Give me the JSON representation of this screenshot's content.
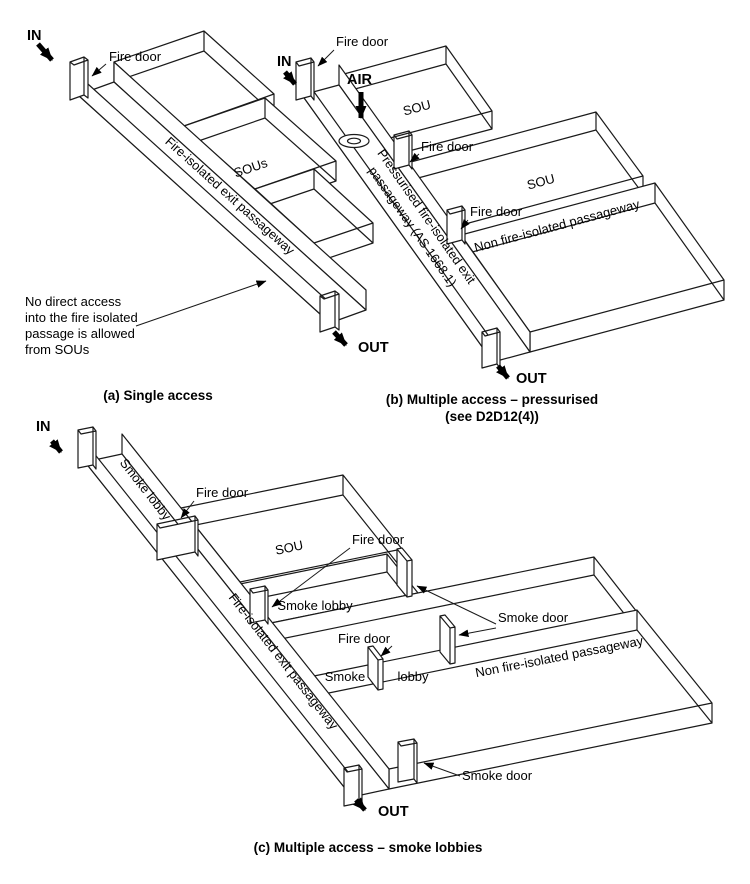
{
  "figure": {
    "background": "#ffffff",
    "ink": "#1a1a1a",
    "a": {
      "in": "IN",
      "out": "OUT",
      "fire_door": "Fire door",
      "sous": "SOUs",
      "passageway": "Fire-isolated exit passageway",
      "note": [
        "No direct access",
        "into the fire isolated",
        "passage is allowed",
        "from SOUs"
      ],
      "caption": "(a) Single access"
    },
    "b": {
      "in": "IN",
      "out": "OUT",
      "air": "AIR",
      "fire_doors": [
        "Fire door",
        "Fire door",
        "Fire door"
      ],
      "sous": [
        "SOU",
        "SOU"
      ],
      "non_fire": "Non fire-isolated passageway",
      "passageway_lines": [
        "Pressurised fire-isolated exit",
        "passageway (AS 1668.1)"
      ],
      "caption_lines": [
        "(b) Multiple access – pressurised",
        "(see D2D12(4))"
      ]
    },
    "c": {
      "in": "IN",
      "out": "OUT",
      "smoke_lobbies": [
        "Smoke lobby",
        "Smoke lobby"
      ],
      "fire_doors": [
        "Fire door",
        "Fire door",
        "Fire door"
      ],
      "smoke_doors": [
        "Smoke door",
        "Smoke door"
      ],
      "sou": "SOU",
      "smoke_word": "Smoke",
      "lobby_word": "lobby",
      "non_fire": "Non fire-isolated passageway",
      "passageway": "Fire-isolated exit passageway",
      "caption": "(c) Multiple access – smoke lobbies"
    }
  }
}
